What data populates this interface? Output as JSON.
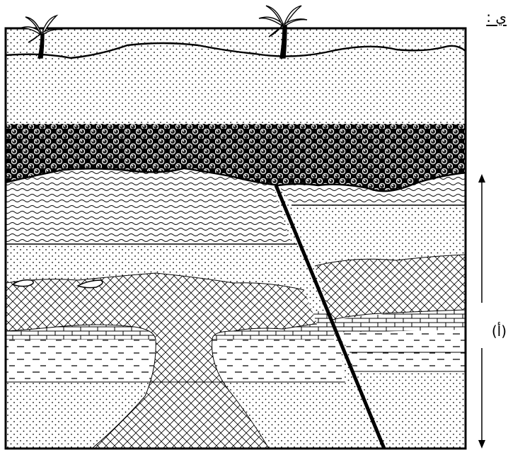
{
  "caption_text": "ي :",
  "marker_label": "(أ)",
  "colors": {
    "ink": "#000000",
    "background": "#ffffff"
  },
  "layers": [
    "sandstone-top",
    "conglomerate",
    "wavy-shale",
    "sandstone-mid",
    "igneous-intrusion",
    "limestone",
    "shale",
    "sandstone-bottom"
  ],
  "features": [
    "palm-tree-left",
    "palm-tree-right",
    "fault-line",
    "unconformity-surface",
    "thickness-arrow"
  ]
}
